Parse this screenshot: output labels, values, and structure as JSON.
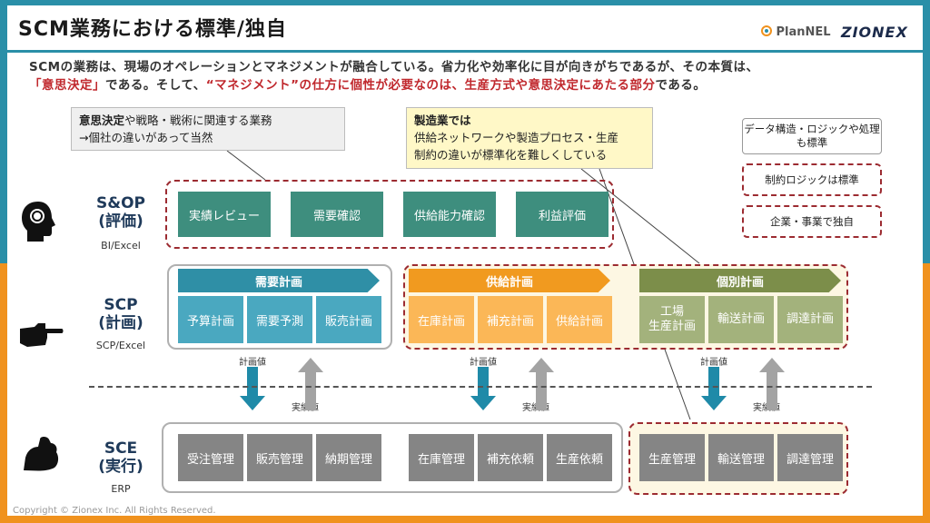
{
  "title": "SCM業務における標準/独自",
  "logos": {
    "plannel": "PlanNEL",
    "zionex": "ZIONEX"
  },
  "intro": {
    "line1": "SCMの業務は、現場のオペレーションとマネジメントが融合している。省力化や効率化に目が向きがちであるが、その本質は、",
    "line2_red1": "「意思決定」",
    "line2_mid": "である。そして、",
    "line2_red2": "“マネジメント”の仕方に個性が必要なのは、生産方式や意思決定にあたる部分",
    "line2_end": "である。"
  },
  "callouts": {
    "gray_bold": "意思決定",
    "gray_rest": "や戦略・戦術に関連する業務",
    "gray_line2": "→個社の違いがあって当然",
    "yellow_bold": "製造業では",
    "yellow_line2": "供給ネットワークや製造プロセス・生産",
    "yellow_line3": "制約の違いが標準化を難しくしている"
  },
  "legend": {
    "solid": "データ構造・ロジックや処理も標準",
    "dashed1": "制約ロジックは標準",
    "dashed2": "企業・事業で独自"
  },
  "levels": {
    "sop": {
      "name": "S&OP",
      "sub": "(評価)",
      "tool": "BI/Excel"
    },
    "scp": {
      "name": "SCP",
      "sub": "(計画)",
      "tool": "SCP/Excel"
    },
    "sce": {
      "name": "SCE",
      "sub": "(実行)",
      "tool": "ERP"
    }
  },
  "sop_items": [
    "実績レビュー",
    "需要確認",
    "供給能力確認",
    "利益評価"
  ],
  "scp_groups": {
    "demand": {
      "header": "需要計画",
      "items": [
        "予算計画",
        "需要予測",
        "販売計画"
      ]
    },
    "supply": {
      "header": "供給計画",
      "items": [
        "在庫計画",
        "補充計画",
        "供給計画"
      ]
    },
    "individual": {
      "header": "個別計画",
      "items": [
        "工場\n生産計画",
        "輸送計画",
        "調達計画"
      ]
    }
  },
  "sce_items": [
    "受注管理",
    "販売管理",
    "納期管理",
    "在庫管理",
    "補充依頼",
    "生産依頼",
    "生産管理",
    "輸送管理",
    "調達管理"
  ],
  "arrow_labels": {
    "plan_value": "計画値",
    "actual_value": "実績値"
  },
  "copyright": "Copyright © Zionex Inc. All Rights Reserved.",
  "colors": {
    "teal": "#3e8e7e",
    "blue": "#2f8fa6",
    "orange": "#f19a1f",
    "green": "#7c8e4a",
    "gray": "#858585",
    "red_dash": "#9c2b31"
  }
}
